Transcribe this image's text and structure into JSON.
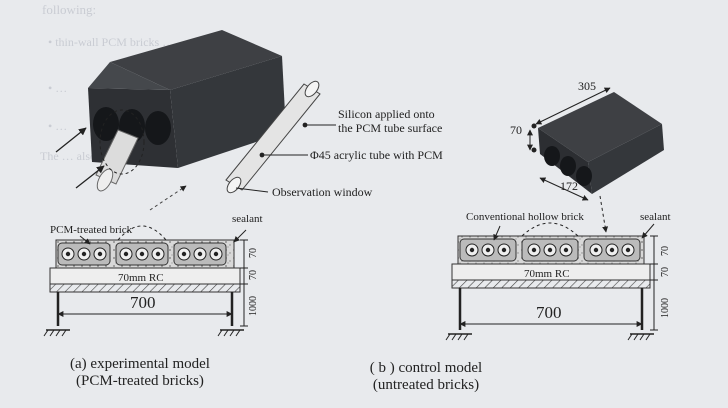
{
  "background_text": [
    "following:",
    "• thin-wall PCM bricks …",
    "• …",
    "• …",
    "The … also shown …"
  ],
  "panel_a": {
    "labels": {
      "silicon": "Silicon applied onto",
      "silicon2": "the PCM tube surface",
      "tube": "Φ45 acrylic tube with PCM",
      "window": "Observation window",
      "brick": "PCM-treated brick",
      "sealant": "sealant",
      "slab": "70mm RC",
      "dim_70a": "70",
      "dim_70b": "70",
      "dim_1000": "1000",
      "span": "700"
    },
    "caption_line1": "(a) experimental model",
    "caption_line2": "(PCM-treated bricks)"
  },
  "panel_b": {
    "labels": {
      "dim_305": "305",
      "dim_70": "70",
      "dim_172": "172",
      "brick": "Conventional hollow brick",
      "sealant": "sealant",
      "slab": "70mm RC",
      "dim_70a": "70",
      "dim_70b": "70",
      "dim_1000": "1000",
      "span": "700"
    },
    "caption_line1": "( b ) control model",
    "caption_line2": "(untreated bricks)"
  }
}
